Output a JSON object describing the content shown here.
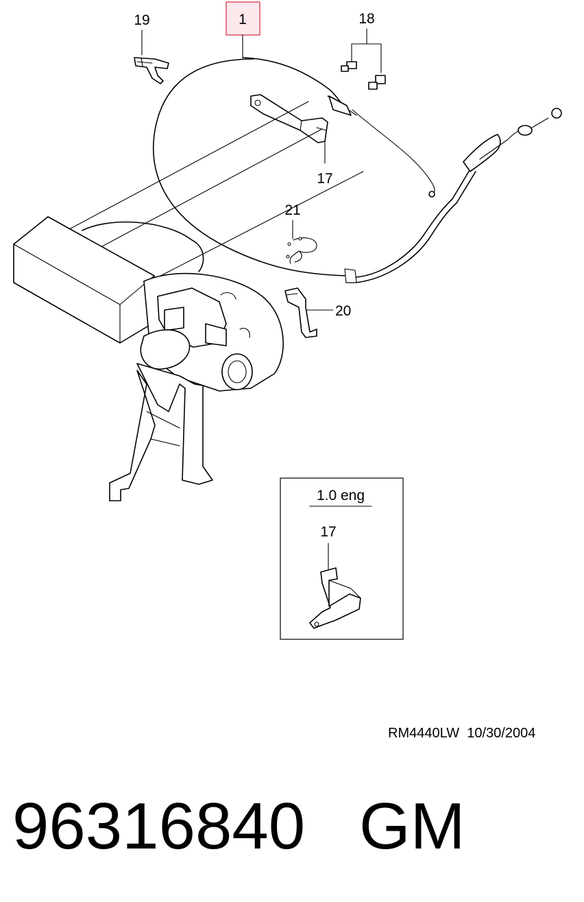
{
  "callouts": {
    "c1": "1",
    "c17": "17",
    "c18": "18",
    "c19": "19",
    "c20": "20",
    "c21": "21",
    "inset_c17": "17"
  },
  "inset": {
    "title": "1.0 eng"
  },
  "highlight_color": "#e05a6a",
  "highlight_fill": "#fde8ec",
  "doc_ref": "RM4440LW  10/30/2004",
  "part": {
    "number": "96316840",
    "brand": "GM"
  }
}
